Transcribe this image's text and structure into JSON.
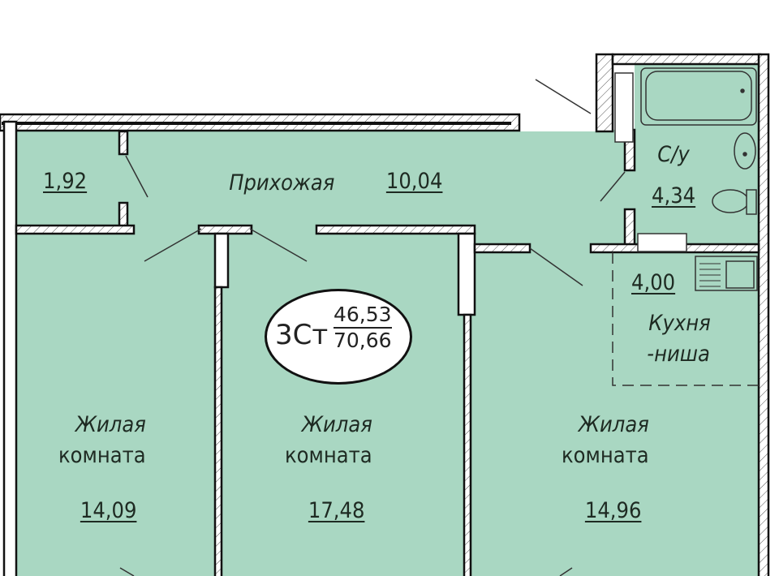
{
  "apartment": {
    "type": "3Ст",
    "living_area": "46,53",
    "total_area": "70,66"
  },
  "rooms": [
    {
      "name": "",
      "area": "1,92"
    },
    {
      "name": "Прихожая",
      "area": "10,04"
    },
    {
      "name": "С/у",
      "area": "4,34"
    },
    {
      "name": "",
      "area": "4,00"
    },
    {
      "name": "Кухня -ниша",
      "line1": "Кухня",
      "line2": "-ниша"
    },
    {
      "line1": "Жилая",
      "line2": "комната",
      "area": "14,09"
    },
    {
      "line1": "Жилая",
      "line2": "комната",
      "area": "17,48"
    },
    {
      "line1": "Жилая",
      "line2": "комната",
      "area": "14,96"
    }
  ],
  "colors": {
    "floor": "#a9d7c2",
    "wall": "#ffffff",
    "line": "#111111"
  }
}
